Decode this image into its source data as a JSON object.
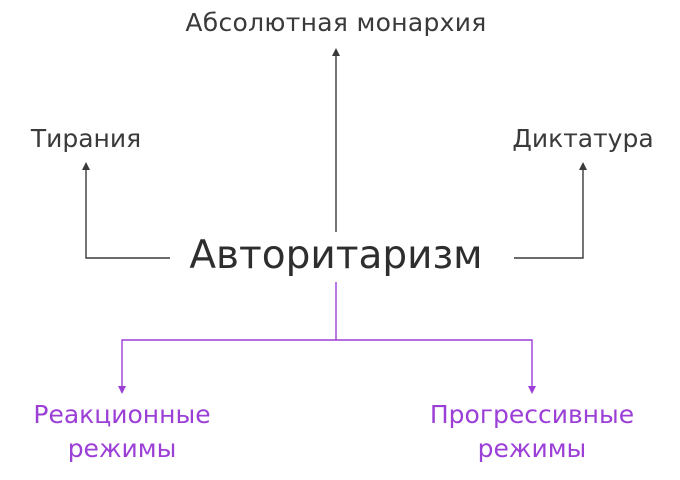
{
  "nodes": {
    "top": "Абсолютная монархия",
    "left": "Тирания",
    "right": "Диктатура",
    "center": "Авторитаризм",
    "bottom_left": {
      "line1": "Реакционные",
      "line2": "режимы"
    },
    "bottom_right": {
      "line1": "Прогрессивные",
      "line2": "режимы"
    }
  },
  "colors": {
    "line_gray": "#3a3a3a",
    "purple": "#9b3fd6",
    "text": "#3a3a3a"
  }
}
